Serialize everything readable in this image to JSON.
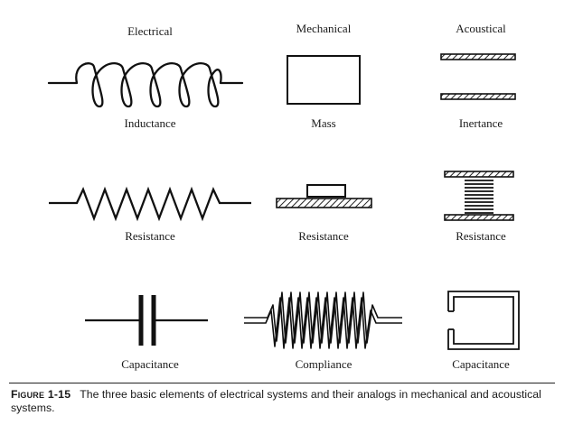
{
  "columns": {
    "electrical": "Electrical",
    "mechanical": "Mechanical",
    "acoustical": "Acoustical"
  },
  "rows": {
    "electrical": [
      "Inductance",
      "Resistance",
      "Capacitance"
    ],
    "mechanical": [
      "Mass",
      "Resistance",
      "Compliance"
    ],
    "acoustical": [
      "Inertance",
      "Resistance",
      "Capacitance"
    ]
  },
  "caption": {
    "label": "Figure 1-15",
    "text": "The three basic elements of electrical systems and their analogs in mechanical and acoustical systems."
  }
}
